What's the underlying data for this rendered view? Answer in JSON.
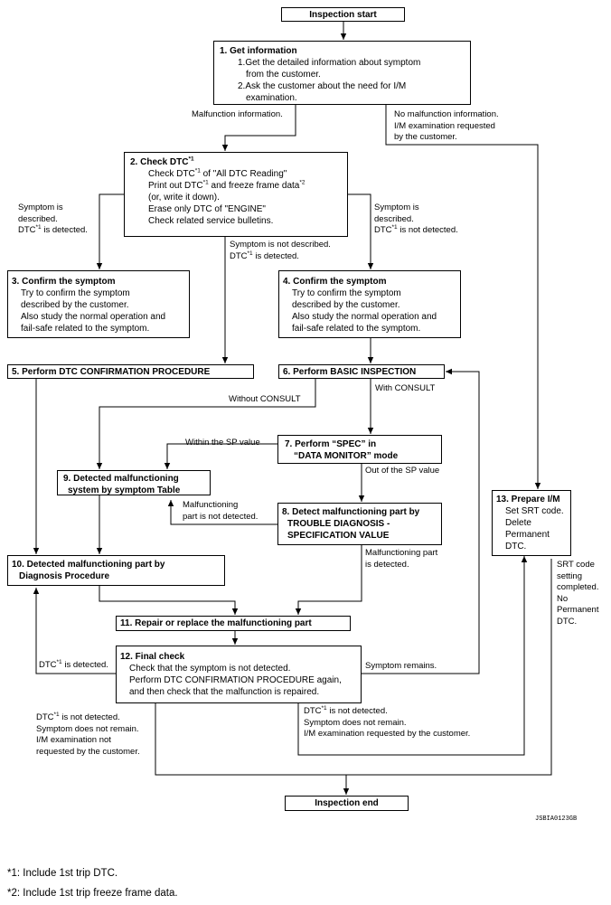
{
  "start": "Inspection start",
  "end": "Inspection end",
  "b1": {
    "title": "1. Get information",
    "l1": "1.Get the detailed information about symptom",
    "l2": "from the customer.",
    "l3": "2.Ask the customer about the need for I/M",
    "l4": "examination."
  },
  "b2": {
    "title": "2. Check DTC",
    "sup": "*1",
    "l1a": "Check DTC",
    "l1s": "*1",
    "l1b": " of \"All DTC Reading\"",
    "l2a": "Print out DTC",
    "l2s": "*1",
    "l2b": " and freeze frame data",
    "l2s2": "*2",
    "l3": "(or, write it down).",
    "l4": "Erase only DTC of \"ENGINE\"",
    "l5": "Check related service bulletins."
  },
  "b3": {
    "title": "3. Confirm the symptom",
    "l1": "Try to confirm the symptom",
    "l2": "described by the customer.",
    "l3": "Also study the normal operation and",
    "l4": "fail-safe related to the symptom."
  },
  "b4": {
    "title": "4. Confirm the symptom",
    "l1": "Try to confirm the symptom",
    "l2": "described by the customer.",
    "l3": "Also study the normal operation and",
    "l4": "fail-safe related to the symptom."
  },
  "b5": "5. Perform DTC CONFIRMATION PROCEDURE",
  "b6": "6. Perform BASIC INSPECTION",
  "b7": {
    "l1": "7. Perform “SPEC” in",
    "l2": "“DATA MONITOR” mode"
  },
  "b8": {
    "l1": "8. Detect malfunctioning part by",
    "l2": "TROUBLE DIAGNOSIS -",
    "l3": "SPECIFICATION VALUE"
  },
  "b9": {
    "l1": "9. Detected malfunctioning",
    "l2": "system by symptom Table"
  },
  "b10": {
    "l1": "10. Detected malfunctioning part by",
    "l2": "Diagnosis Procedure"
  },
  "b11": "11. Repair or replace the malfunctioning part",
  "b12": {
    "title": "12. Final check",
    "l1": "Check that the symptom is not detected.",
    "l2": "Perform DTC CONFIRMATION PROCEDURE again,",
    "l3": "and then check that the malfunction is repaired."
  },
  "b13": {
    "title": "13. Prepare I/M",
    "l1": "Set SRT code.",
    "l2": "Delete",
    "l3": "Permanent",
    "l4": "DTC."
  },
  "labels": {
    "malfunction_info": "Malfunction information.",
    "no_malfunction": {
      "l1": "No malfunction information.",
      "l2": "I/M examination requested",
      "l3": "by the customer."
    },
    "sym_desc_left": {
      "l1": "Symptom is",
      "l2": "described.",
      "l3a": "DTC",
      "l3s": "*1",
      "l3b": " is detected."
    },
    "sym_desc_right": {
      "l1": "Symptom is",
      "l2": "described.",
      "l3a": "DTC",
      "l3s": "*1",
      "l3b": " is not detected."
    },
    "sym_not_desc": {
      "l1": "Symptom is not described.",
      "l2a": "DTC",
      "l2s": "*1",
      "l2b": " is detected."
    },
    "without_consult": "Without CONSULT",
    "with_consult": "With CONSULT",
    "within_sp": "Within the SP value",
    "out_sp": "Out of the SP value",
    "mal_not_detected": {
      "l1": "Malfunctioning",
      "l2": "part is not detected."
    },
    "mal_detected": {
      "l1": "Malfunctioning part",
      "l2": "is detected."
    },
    "dtc_detected": {
      "a": "DTC",
      "s": "*1",
      "b": " is detected."
    },
    "symptom_remains": "Symptom remains.",
    "srt": {
      "l1": "SRT code",
      "l2": "setting",
      "l3": "completed.",
      "l4": "No",
      "l5": "Permanent",
      "l6": "DTC."
    },
    "final_left": {
      "l1a": "DTC",
      "l1s": "*1",
      "l1b": " is not detected.",
      "l2": "Symptom does not remain.",
      "l3": "I/M examination not",
      "l4": "requested by the customer."
    },
    "final_right": {
      "l1a": "DTC",
      "l1s": "*1",
      "l1b": " is not detected.",
      "l2": "Symptom does not remain.",
      "l3": "I/M examination requested by the customer."
    }
  },
  "image_code": "JSBIA0123GB",
  "footnotes": {
    "n1": "*1: Include 1st trip DTC.",
    "n2": "*2: Include 1st trip freeze frame data."
  }
}
